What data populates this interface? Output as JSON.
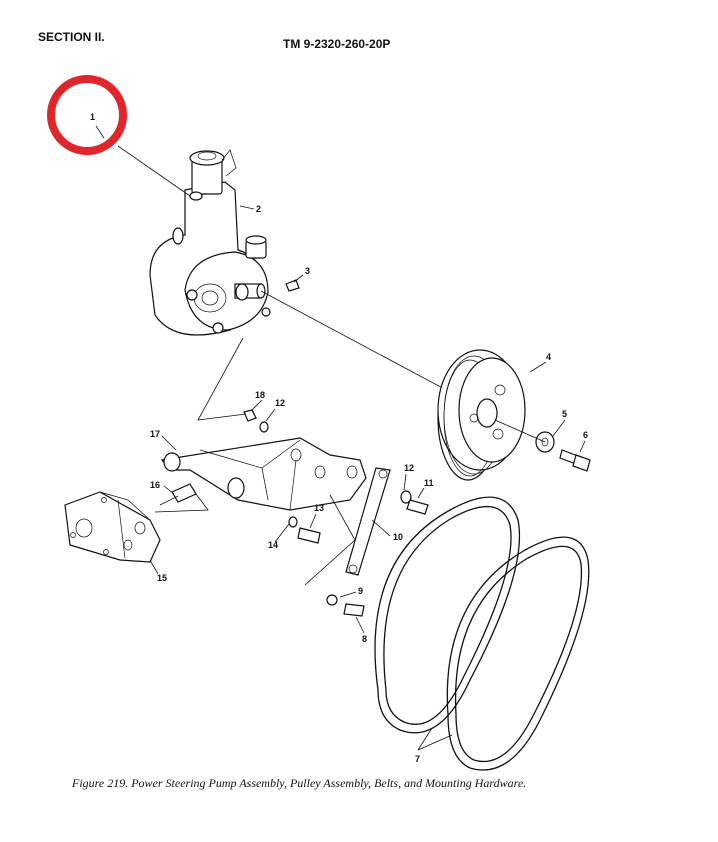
{
  "header": {
    "section": "SECTION II.",
    "manual_number": "TM 9-2320-260-20P"
  },
  "caption": "Figure 219. Power Steering Pump Assembly, Pulley Assembly, Belts, and Mounting Hardware.",
  "callouts": [
    "1",
    "2",
    "3",
    "4",
    "5",
    "6",
    "7",
    "8",
    "9",
    "10",
    "11",
    "12",
    "12",
    "13",
    "14",
    "15",
    "16",
    "17",
    "18"
  ],
  "highlight_color": "#e0252b"
}
